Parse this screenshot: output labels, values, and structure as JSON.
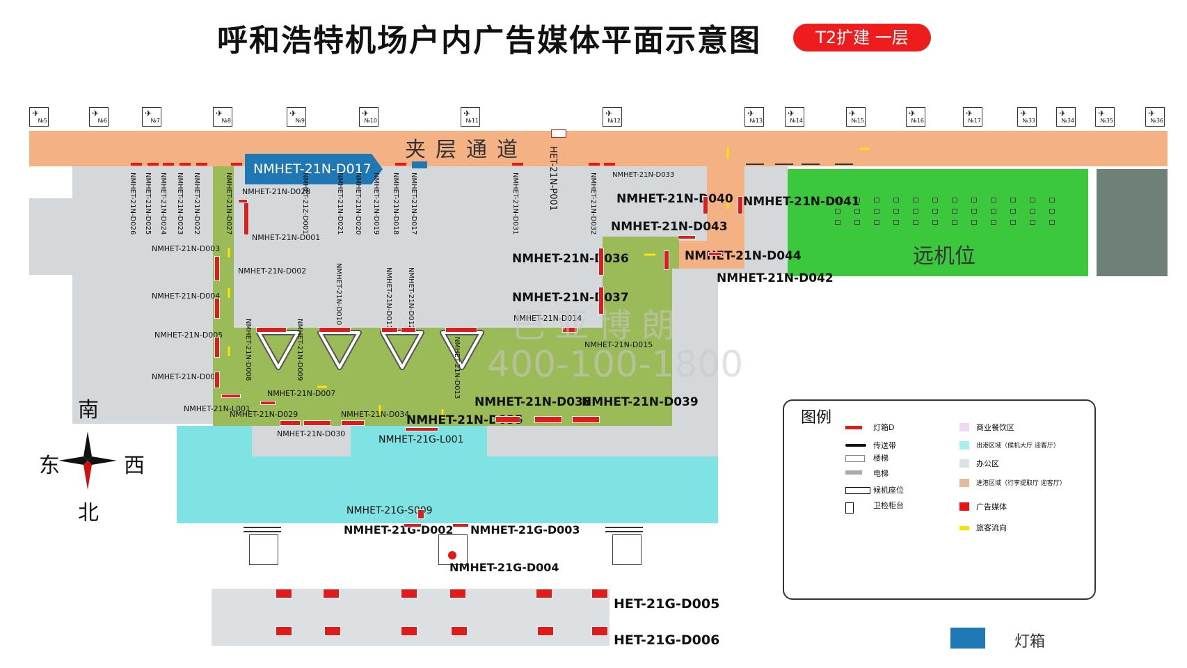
{
  "title": "呼和浩特机场户内广告媒体平面示意图",
  "badge": "T2扩建  一层",
  "corridor_label": "夹层通道",
  "remote_label": "远机位",
  "callout": "NMHET-21N-D017",
  "watermark": {
    "line1": "巴亚博朗",
    "line2": "400-100-1800"
  },
  "gates": [
    "№5",
    "№6",
    "№7",
    "№8",
    "№9",
    "№10",
    "№11",
    "№12",
    "№13",
    "№14",
    "№15",
    "№16",
    "№17",
    "№33",
    "№34",
    "№35",
    "№36"
  ],
  "compass": {
    "south": "南",
    "east": "东",
    "west": "西",
    "north": "北"
  },
  "labels_vertical": [
    "NMHET-21N-D026",
    "NMHET-21N-D025",
    "NMHET-21N-D024",
    "NMHET-21N-D023",
    "NMHET-21N-D022",
    "NMHET-21N-D027",
    "NMHET-21Z-D001",
    "NMHET-21N-D021",
    "NMHET-21N-D020",
    "NMHET-21N-D019",
    "NMHET-21N-D018",
    "NMHET-21N-D017",
    "NMHET-21N-D031",
    "HET-21N-P001",
    "NMHET-21N-D032",
    "NMHET-21N-D010",
    "NMHET-21N-D011",
    "NMHET-21N-D012",
    "NMHET-21N-D008",
    "NMHET-21N-D009",
    "NMHET-21N-D013"
  ],
  "labels": {
    "d028": "NMHET-21N-D028",
    "d001": "NMHET-21N-D001",
    "d002": "NMHET-21N-D002",
    "d003": "NMHET-21N-D003",
    "d004": "NMHET-21N-D004",
    "d005": "NMHET-21N-D005",
    "d006": "NMHET-21N-D006",
    "l001": "NMHET-21N-L001",
    "d029": "NMHET-21N-D029",
    "d030": "NMHET-21N-D030",
    "d007": "NMHET-21N-D007",
    "d034": "NMHET-21N-D034",
    "d035": "NMHET-21N-D035",
    "d014": "NMHET-21N-D014",
    "d015": "NMHET-21N-D015",
    "d033": "NMHET-21N-D033",
    "d040": "NMHET-21N-D040",
    "d041": "NMHET-21N-D041",
    "d043": "NMHET-21N-D043",
    "d036": "NMHET-21N-D036",
    "d037": "NMHET-21N-D037",
    "d044": "NMHET-21N-D044",
    "d042": "NMHET-21N-D042",
    "d038": "NMHET-21N-D038",
    "d039": "NMHET-21N-D039",
    "g_l001": "NMHET-21G-L001",
    "g_s009": "NMHET-21G-S009",
    "g_d002": "NMHET-21G-D002",
    "g_d003": "NMHET-21G-D003",
    "g_d004": "NMHET-21G-D004",
    "g_d005": "HET-21G-D005",
    "g_d006": "HET-21G-D006"
  },
  "legend": {
    "title": "图例",
    "items_left": [
      "灯箱D",
      "传送带",
      "楼梯",
      "电梯",
      "候机座位",
      "卫检柜台"
    ],
    "items_right": [
      "商业餐饮区",
      "出港区域（候机大厅 迎客厅）",
      "办公区",
      "进港区域（行李提取厅 迎客厅）",
      "广告媒体",
      "旅客流向"
    ],
    "colors_right": [
      "#f0d9f0",
      "#a6f0f0",
      "#dde0e3",
      "#e6b89c",
      "#ee1111",
      "#f5e400"
    ]
  },
  "bottom_legend": "灯箱",
  "colors": {
    "accent_red": "#e31a1a",
    "corridor": "#f4b183",
    "green_zone": "#9bbb59",
    "remote_zone": "#3cc83c",
    "arrivals": "#80e3e3",
    "callout_blue": "#1f77b4"
  }
}
